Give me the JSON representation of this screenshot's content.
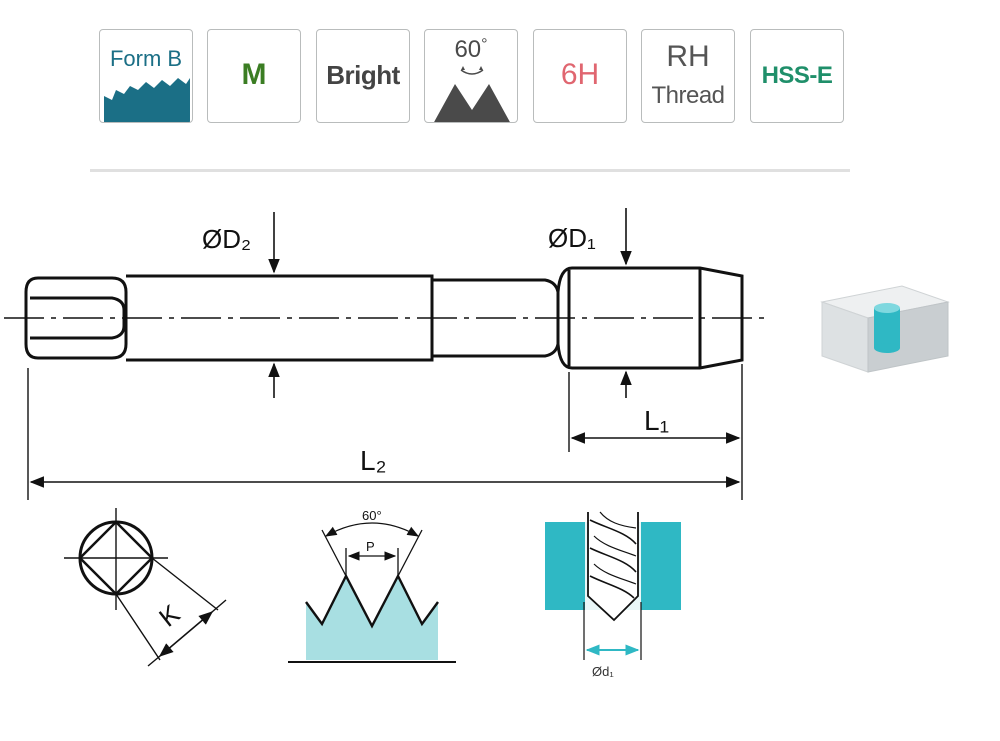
{
  "badges": [
    {
      "name": "form-b-badge",
      "label": "Form B",
      "color": "#1b6f86"
    },
    {
      "name": "metric-badge",
      "label": "M",
      "color": "#3b7d23"
    },
    {
      "name": "finish-badge",
      "label": "Bright",
      "color": "#444444"
    },
    {
      "name": "angle-badge",
      "label": "60",
      "degree": "°",
      "color": "#4a4a4a"
    },
    {
      "name": "tolerance-badge",
      "label": "6H",
      "color": "#e06670"
    },
    {
      "name": "hand-badge",
      "label_top": "RH",
      "label_bottom": "Thread",
      "color": "#555555"
    },
    {
      "name": "material-badge",
      "label": "HSS-E",
      "color": "#1f8f6a"
    }
  ],
  "dimensions": {
    "d2": "ØD₂",
    "d1": "ØD₁",
    "l1": "L₁",
    "l2": "L₂",
    "k": "K",
    "thread_angle": "60°",
    "pitch": "P",
    "drill_dia": "Ød₁"
  },
  "colors": {
    "line": "#111111",
    "accent": "#2fb8c4",
    "accent_light": "#a8dfe2",
    "badge_border": "#b9bcbc"
  }
}
